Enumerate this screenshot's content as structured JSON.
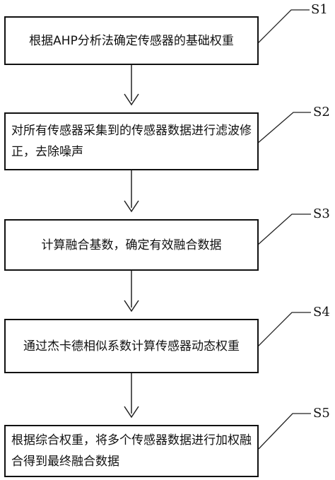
{
  "steps": [
    {
      "label": "S1",
      "text": "根据AHP分析法确定传感器的基础权重"
    },
    {
      "label": "S2",
      "text": "对所有传感器采集到的传感器数据进行滤波修正，去除噪声"
    },
    {
      "label": "S3",
      "text": "计算融合基数，确定有效融合数据"
    },
    {
      "label": "S4",
      "text": "通过杰卡德相似系数计算传感器动态权重"
    },
    {
      "label": "S5",
      "text": "根据综合权重，将多个传感器数据进行加权融合得到最终融合数据"
    }
  ]
}
